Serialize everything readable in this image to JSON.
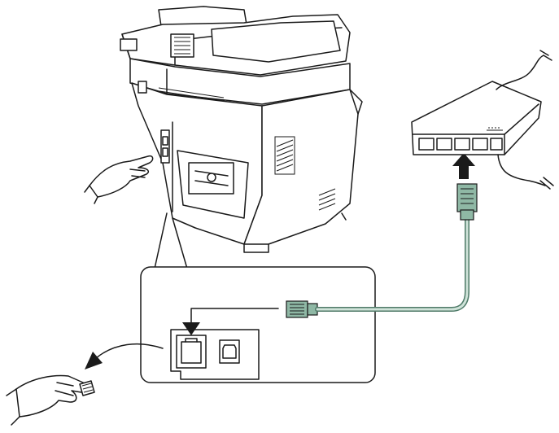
{
  "colors": {
    "line": "#1a1a1a",
    "cable": "#8fb8a5",
    "cable_dark": "#4f7a68",
    "background": "#ffffff"
  },
  "diagram": {
    "elements": [
      {
        "name": "printer",
        "kind": "multifunction-printer-rear-view"
      },
      {
        "name": "network-hub",
        "kind": "network-switch"
      },
      {
        "name": "lan-cable",
        "kind": "ethernet-cable"
      },
      {
        "name": "detail-inset",
        "kind": "rear-port-closeup"
      },
      {
        "name": "network-port",
        "kind": "ethernet-jack"
      },
      {
        "name": "usb-port",
        "kind": "usb-b-jack"
      }
    ],
    "icons": [
      "hand-pointing-icon",
      "hand-holding-cap-icon",
      "arrow-into-hub-icon",
      "arrow-into-port-icon",
      "curved-remove-arrow-icon"
    ]
  }
}
